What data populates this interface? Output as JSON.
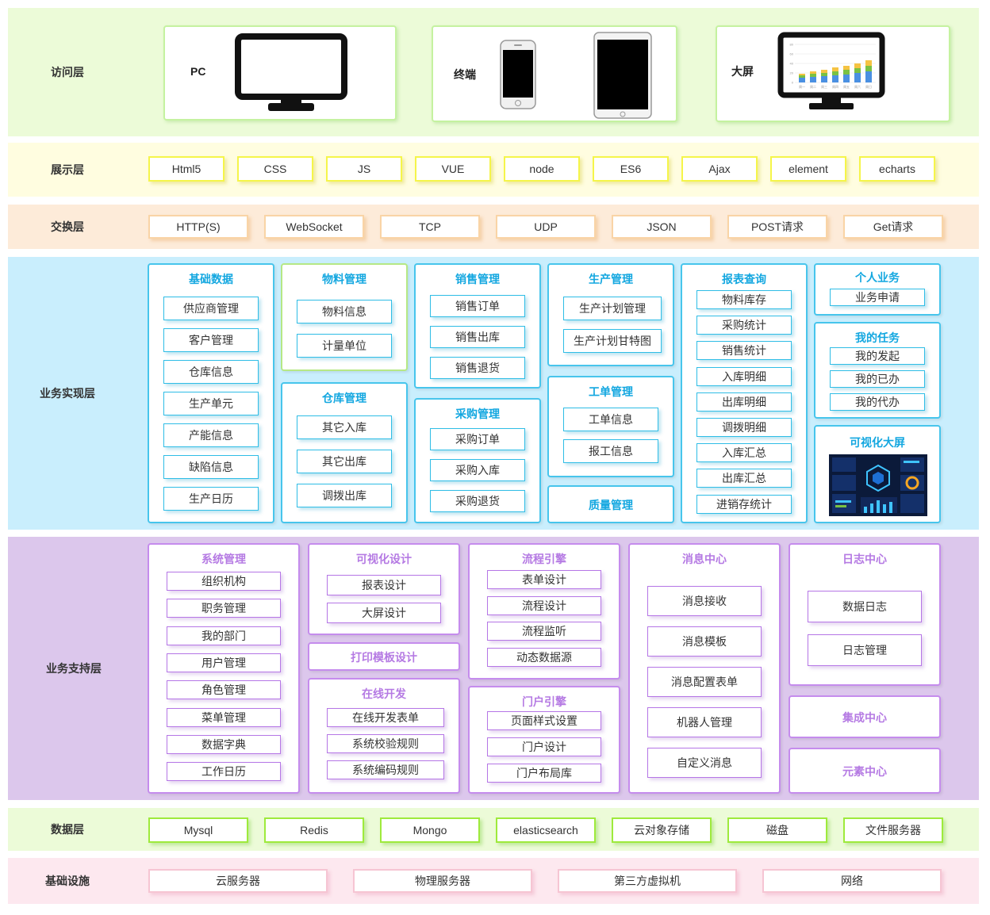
{
  "layers": {
    "access": "访问层",
    "display": "展示层",
    "exchange": "交换层",
    "business": "业务实现层",
    "support": "业务支持层",
    "data": "数据层",
    "infra": "基础设施"
  },
  "access": {
    "pc": "PC",
    "terminal": "终端",
    "bigscreen": "大屏"
  },
  "display": [
    "Html5",
    "CSS",
    "JS",
    "VUE",
    "node",
    "ES6",
    "Ajax",
    "element",
    "echarts"
  ],
  "exchange": [
    "HTTP(S)",
    "WebSocket",
    "TCP",
    "UDP",
    "JSON",
    "POST请求",
    "Get请求"
  ],
  "business": {
    "basic": {
      "title": "基础数据",
      "items": [
        "供应商管理",
        "客户管理",
        "仓库信息",
        "生产单元",
        "产能信息",
        "缺陷信息",
        "生产日历"
      ]
    },
    "material": {
      "title": "物料管理",
      "items": [
        "物料信息",
        "计量单位"
      ]
    },
    "warehouse": {
      "title": "仓库管理",
      "items": [
        "其它入库",
        "其它出库",
        "调拨出库"
      ]
    },
    "sales": {
      "title": "销售管理",
      "items": [
        "销售订单",
        "销售出库",
        "销售退货"
      ]
    },
    "purchase": {
      "title": "采购管理",
      "items": [
        "采购订单",
        "采购入库",
        "采购退货"
      ]
    },
    "production": {
      "title": "生产管理",
      "items": [
        "生产计划管理",
        "生产计划甘特图"
      ]
    },
    "workorder": {
      "title": "工单管理",
      "items": [
        "工单信息",
        "报工信息"
      ]
    },
    "quality": {
      "title": "质量管理"
    },
    "report": {
      "title": "报表查询",
      "items": [
        "物料库存",
        "采购统计",
        "销售统计",
        "入库明细",
        "出库明细",
        "调拨明细",
        "入库汇总",
        "出库汇总",
        "进销存统计"
      ]
    },
    "personal": {
      "title": "个人业务",
      "items": [
        "业务申请"
      ]
    },
    "tasks": {
      "title": "我的任务",
      "items": [
        "我的发起",
        "我的已办",
        "我的代办"
      ]
    },
    "visual": {
      "title": "可视化大屏"
    }
  },
  "support": {
    "system": {
      "title": "系统管理",
      "items": [
        "组织机构",
        "职务管理",
        "我的部门",
        "用户管理",
        "角色管理",
        "菜单管理",
        "数据字典",
        "工作日历"
      ]
    },
    "vdesign": {
      "title": "可视化设计",
      "items": [
        "报表设计",
        "大屏设计"
      ]
    },
    "print": {
      "title": "打印模板设计"
    },
    "online": {
      "title": "在线开发",
      "items": [
        "在线开发表单",
        "系统校验规则",
        "系统编码规则"
      ]
    },
    "flow": {
      "title": "流程引擎",
      "items": [
        "表单设计",
        "流程设计",
        "流程监听",
        "动态数据源"
      ]
    },
    "portal": {
      "title": "门户引擎",
      "items": [
        "页面样式设置",
        "门户设计",
        "门户布局库"
      ]
    },
    "message": {
      "title": "消息中心",
      "items": [
        "消息接收",
        "消息模板",
        "消息配置表单",
        "机器人管理",
        "自定义消息"
      ]
    },
    "log": {
      "title": "日志中心",
      "items": [
        "数据日志",
        "日志管理"
      ]
    },
    "integration": {
      "title": "集成中心"
    },
    "element": {
      "title": "元素中心"
    }
  },
  "data": [
    "Mysql",
    "Redis",
    "Mongo",
    "elasticsearch",
    "云对象存储",
    "磁盘",
    "文件服务器"
  ],
  "infra": [
    "云服务器",
    "物理服务器",
    "第三方虚拟机",
    "网络"
  ],
  "chart": {
    "categories": [
      "周一",
      "周二",
      "周三",
      "周四",
      "周五",
      "周六",
      "周日"
    ],
    "ticks": [
      "80",
      "60",
      "40",
      "20",
      "0"
    ],
    "colors": [
      "#4a90e2",
      "#7ac143",
      "#f5c342"
    ]
  },
  "colors": {
    "green_bg": "#ecfbd8",
    "yellow_bg": "#fffde0",
    "orange_bg": "#fdebd9",
    "blue_bg": "#c9eefd",
    "purple_bg": "#dcc7ec",
    "pink_bg": "#fde8ef",
    "blue_text": "#13a7e0",
    "purple_text": "#a965dc"
  }
}
